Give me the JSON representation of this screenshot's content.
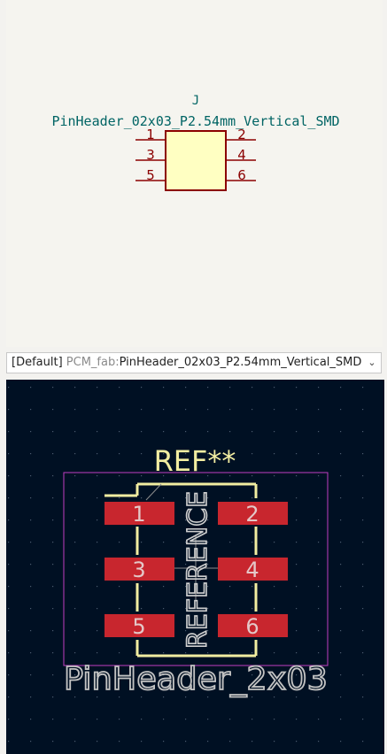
{
  "symbol": {
    "reference": "J",
    "value": "PinHeader_02x03_P2.54mm_Vertical_SMD",
    "pins_left": [
      "1",
      "3",
      "5"
    ],
    "pins_right": [
      "2",
      "4",
      "6"
    ]
  },
  "selector": {
    "prefix": "[Default]",
    "library": "PCM_fab:",
    "footprint": "PinHeader_02x03_P2.54mm_Vertical_SMD"
  },
  "footprint": {
    "ref_text": "REF**",
    "reference_text": "REFERENCE",
    "value_text": "PinHeader_2x03",
    "pads_left": [
      "1",
      "3",
      "5"
    ],
    "pads_right": [
      "2",
      "4",
      "6"
    ]
  },
  "colors": {
    "symbol_line": "#8b0000",
    "symbol_fill": "#ffffc2",
    "symbol_text": "#006464",
    "pcb_background": "#001023",
    "pad": "#c8262e",
    "silkscreen": "#f2eda1",
    "courtyard": "#c23ec2",
    "fab_text": "#c2c2c2"
  }
}
